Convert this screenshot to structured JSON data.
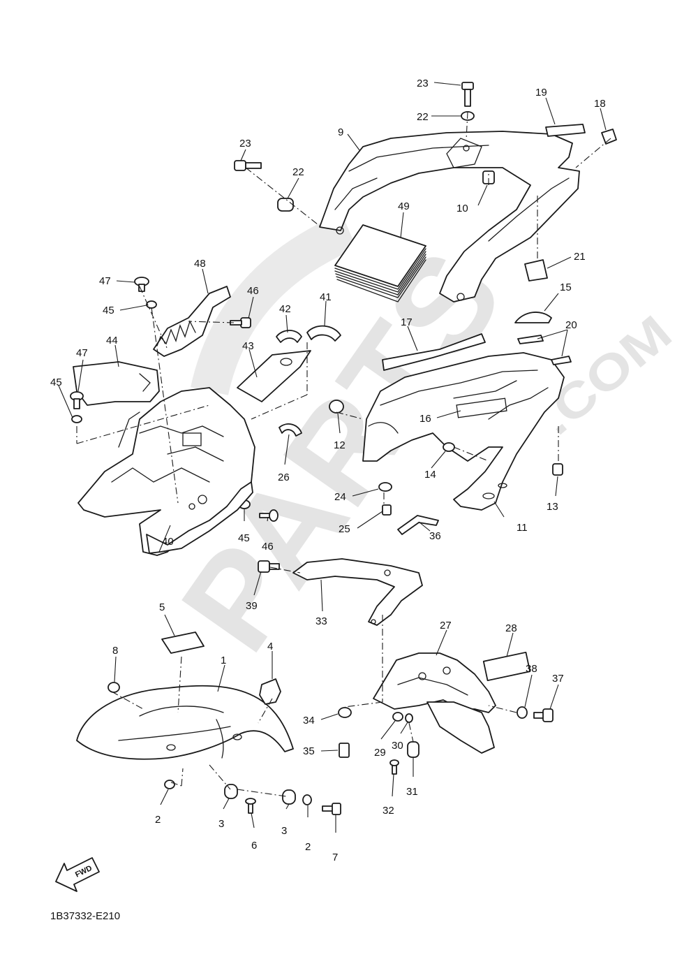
{
  "diagram_code": "1B37332-E210",
  "fwd_label": "FWD",
  "watermark": {
    "brand": "PARTS",
    "suffix": ".COM",
    "color": "#c4c4c4"
  },
  "callouts": [
    "23",
    "22",
    "19",
    "18",
    "9",
    "23",
    "22",
    "10",
    "49",
    "21",
    "48",
    "47",
    "46",
    "45",
    "42",
    "41",
    "15",
    "17",
    "20",
    "47",
    "44",
    "43",
    "45",
    "12",
    "16",
    "26",
    "14",
    "13",
    "24",
    "11",
    "25",
    "40",
    "45",
    "46",
    "36",
    "39",
    "33",
    "5",
    "27",
    "28",
    "4",
    "8",
    "1",
    "38",
    "37",
    "34",
    "29",
    "30",
    "35",
    "31",
    "32",
    "2",
    "3",
    "6",
    "3",
    "2",
    "7"
  ]
}
